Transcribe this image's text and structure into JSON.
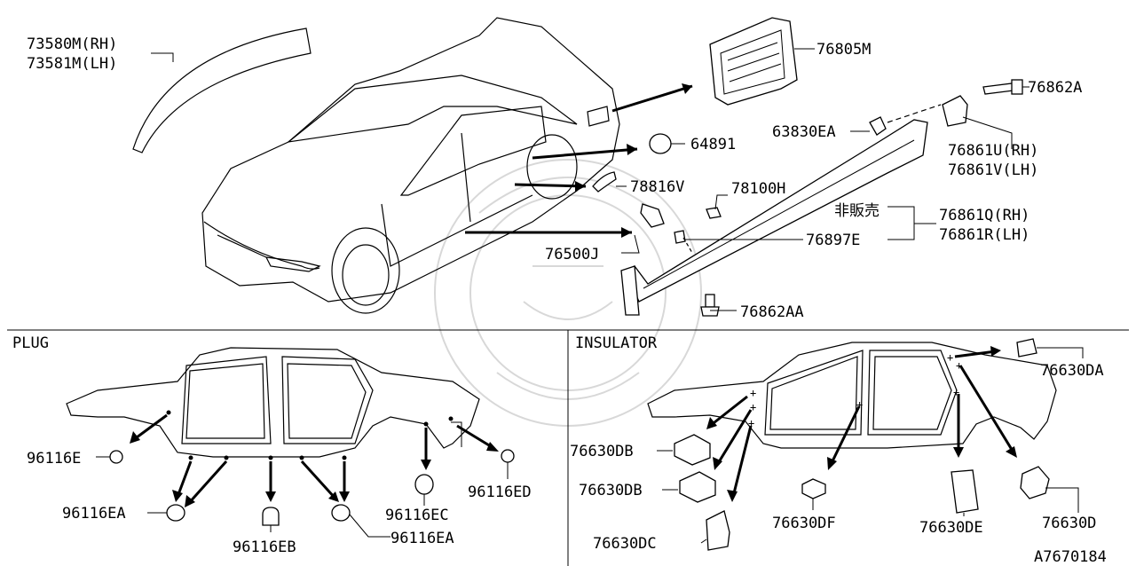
{
  "diagram_id": "A7670184",
  "sections": {
    "plug": "PLUG",
    "insulator": "INSULATOR"
  },
  "labels": {
    "p73580m": "73580M(RH)",
    "p73581m": "73581M(LH)",
    "p76805m": "76805M",
    "p76862a": "76862A",
    "p63830ea": "63830EA",
    "p76861u": "76861U(RH)",
    "p76861v": "76861V(LH)",
    "p64891": "64891",
    "p78816v": "78816V",
    "p78100h": "78100H",
    "not_for_sale": "非販売",
    "p76861q": "76861Q(RH)",
    "p76861r": "76861R(LH)",
    "p76897e": "76897E",
    "p76500j": "76500J",
    "p76862aa": "76862AA",
    "p96116e": "96116E",
    "p96116ea_1": "96116EA",
    "p96116eb": "96116EB",
    "p96116ea_2": "96116EA",
    "p96116ec": "96116EC",
    "p96116ed": "96116ED",
    "p76630da": "76630DA",
    "p76630db_1": "76630DB",
    "p76630db_2": "76630DB",
    "p76630dc": "76630DC",
    "p76630df": "76630DF",
    "p76630de": "76630DE",
    "p76630d": "76630D"
  }
}
